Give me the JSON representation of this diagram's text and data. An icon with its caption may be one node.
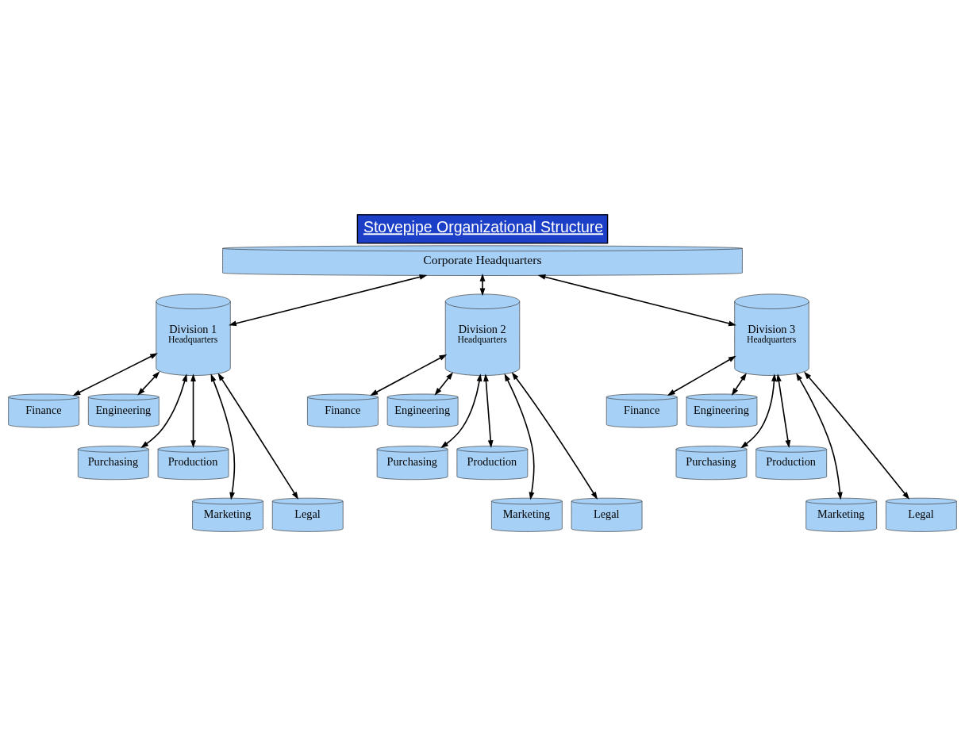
{
  "diagram": {
    "title": "Stovepipe Organizational Structure",
    "nodes": [
      {
        "text": [
          "Corporate Headquarters"
        ]
      },
      {
        "text": [
          "Division 1",
          "Headquarters"
        ]
      },
      {
        "text": [
          "Division 2",
          "Headquarters"
        ]
      },
      {
        "text": [
          "Division 3",
          "Headquarters"
        ]
      },
      {
        "text": [
          "Finance"
        ]
      },
      {
        "text": [
          "Engineering"
        ]
      },
      {
        "text": [
          "Purchasing"
        ]
      },
      {
        "text": [
          "Production"
        ]
      },
      {
        "text": [
          "Marketing"
        ]
      },
      {
        "text": [
          "Legal"
        ]
      },
      {
        "text": [
          "Finance"
        ]
      },
      {
        "text": [
          "Engineering"
        ]
      },
      {
        "text": [
          "Purchasing"
        ]
      },
      {
        "text": [
          "Production"
        ]
      },
      {
        "text": [
          "Marketing"
        ]
      },
      {
        "text": [
          "Legal"
        ]
      },
      {
        "text": [
          "Finance"
        ]
      },
      {
        "text": [
          "Engineering"
        ]
      },
      {
        "text": [
          "Purchasing"
        ]
      },
      {
        "text": [
          "Production"
        ]
      },
      {
        "text": [
          "Marketing"
        ]
      },
      {
        "text": [
          "Legal"
        ]
      }
    ],
    "edges": [
      {
        "from": 0,
        "to": 1,
        "arrow": "both"
      },
      {
        "from": 0,
        "to": 2,
        "arrow": "both"
      },
      {
        "from": 0,
        "to": 3,
        "arrow": "both"
      },
      {
        "from": 1,
        "to": 4,
        "arrow": "both"
      },
      {
        "from": 1,
        "to": 5,
        "arrow": "both"
      },
      {
        "from": 1,
        "to": 6,
        "arrow": "both"
      },
      {
        "from": 1,
        "to": 7,
        "arrow": "both"
      },
      {
        "from": 1,
        "to": 8,
        "arrow": "both"
      },
      {
        "from": 1,
        "to": 9,
        "arrow": "both"
      },
      {
        "from": 2,
        "to": 10,
        "arrow": "both"
      },
      {
        "from": 2,
        "to": 11,
        "arrow": "both"
      },
      {
        "from": 2,
        "to": 12,
        "arrow": "both"
      },
      {
        "from": 2,
        "to": 13,
        "arrow": "both"
      },
      {
        "from": 2,
        "to": 14,
        "arrow": "both"
      },
      {
        "from": 2,
        "to": 15,
        "arrow": "both"
      },
      {
        "from": 3,
        "to": 16,
        "arrow": "both"
      },
      {
        "from": 3,
        "to": 17,
        "arrow": "both"
      },
      {
        "from": 3,
        "to": 18,
        "arrow": "both"
      },
      {
        "from": 3,
        "to": 19,
        "arrow": "both"
      },
      {
        "from": 3,
        "to": 20,
        "arrow": "both"
      },
      {
        "from": 3,
        "to": 21,
        "arrow": "both"
      }
    ]
  }
}
